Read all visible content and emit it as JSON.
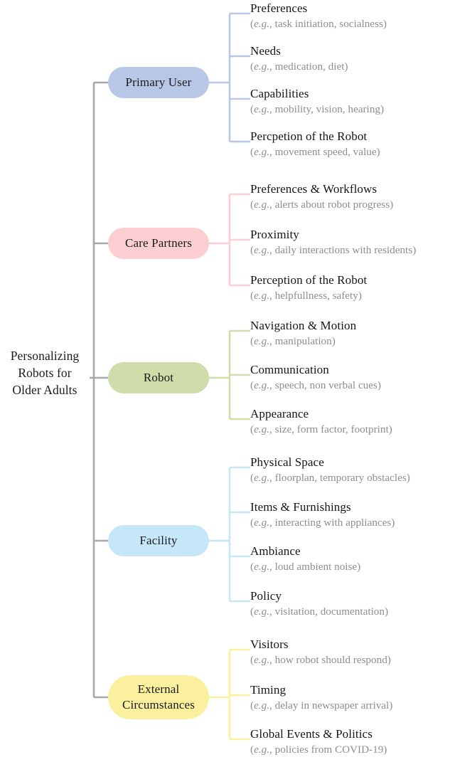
{
  "diagram": {
    "type": "mind-map",
    "title": "Personalizing Robots for Older Adults",
    "root": {
      "lines": [
        "Personalizing",
        "Robots for",
        "Older Adults"
      ]
    },
    "colors": {
      "trunk": "#a8a8a8",
      "primary_user": "#b9c7e6",
      "care_partners": "#fbced2",
      "robot": "#ceddaa",
      "facility": "#c6e7f8",
      "external_circumstances": "#faf09e",
      "title_text": "#161616",
      "example_text": "#8e8e8e",
      "background": "#ffffff"
    },
    "eg_prefix": "e.g.",
    "branches": [
      {
        "id": "primary-user",
        "label": "Primary User",
        "label_lines": [
          "Primary User"
        ],
        "color": "#b9c7e6",
        "children": [
          {
            "title": "Preferences",
            "example": "(e.g., task initiation, socialness)"
          },
          {
            "title": "Needs",
            "example": "(e.g., medication, diet)"
          },
          {
            "title": "Capabilities",
            "example": "(e.g., mobility, vision, hearing)"
          },
          {
            "title": "Percpetion of the Robot",
            "example": "(e.g., movement speed, value)"
          }
        ]
      },
      {
        "id": "care-partners",
        "label": "Care Partners",
        "label_lines": [
          "Care Partners"
        ],
        "color": "#fbced2",
        "children": [
          {
            "title": "Preferences & Workflows",
            "example": "(e.g., alerts about robot progress)"
          },
          {
            "title": "Proximity",
            "example": "(e.g., daily interactions with residents)"
          },
          {
            "title": "Perception of the Robot",
            "example": "(e.g., helpfullness, safety)"
          }
        ]
      },
      {
        "id": "robot",
        "label": "Robot",
        "label_lines": [
          "Robot"
        ],
        "color": "#ceddaa",
        "children": [
          {
            "title": "Navigation & Motion",
            "example": "(e.g., manipulation)"
          },
          {
            "title": "Communication",
            "example": "(e.g., speech, non verbal cues)"
          },
          {
            "title": "Appearance",
            "example": "(e.g., size, form factor, footprint)"
          }
        ]
      },
      {
        "id": "facility",
        "label": "Facility",
        "label_lines": [
          "Facility"
        ],
        "color": "#c6e7f8",
        "children": [
          {
            "title": "Physical Space",
            "example": "(e.g., floorplan, temporary obstacles)"
          },
          {
            "title": "Items & Furnishings",
            "example": "(e.g., interacting with appliances)"
          },
          {
            "title": "Ambiance",
            "example": "(e.g., loud ambient noise)"
          },
          {
            "title": "Policy",
            "example": "(e.g., visitation, documentation)"
          }
        ]
      },
      {
        "id": "external-circumstances",
        "label": "External Circumstances",
        "label_lines": [
          "External",
          "Circumstances"
        ],
        "color": "#faf09e",
        "children": [
          {
            "title": "Visitors",
            "example": "(e.g., how robot should respond)"
          },
          {
            "title": "Timing",
            "example": "(e.g., delay in newspaper arrival)"
          },
          {
            "title": "Global Events & Politics",
            "example": "(e.g., policies from COVID-19)"
          }
        ]
      }
    ]
  }
}
